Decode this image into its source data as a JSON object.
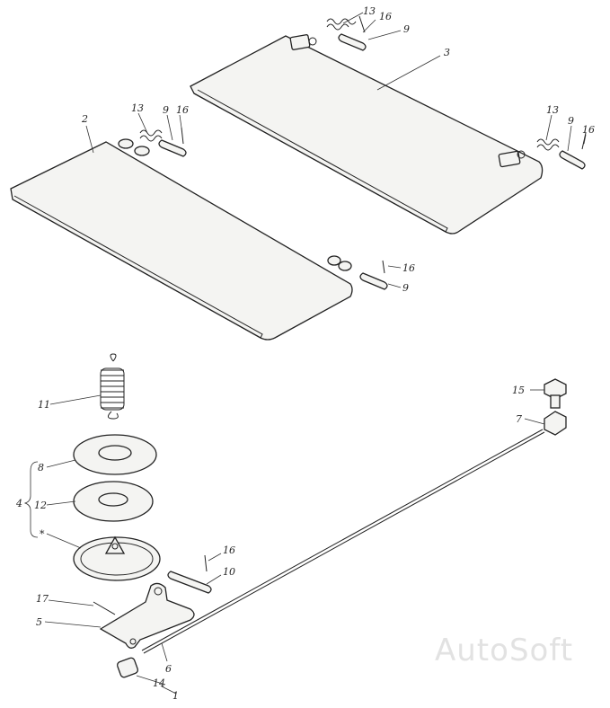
{
  "diagram": {
    "callouts": {
      "c1": "1",
      "c2": "2",
      "c3": "3",
      "c4": "4",
      "c5": "5",
      "c6": "6",
      "c7": "7",
      "c8": "8",
      "c9a": "9",
      "c9b": "9",
      "c9c": "9",
      "c9d": "9",
      "c10": "10",
      "c11": "11",
      "c12": "12",
      "c13a": "13",
      "c13b": "13",
      "c13c": "13",
      "c14": "14",
      "c15": "15",
      "c16a": "16",
      "c16b": "16",
      "c16c": "16",
      "c16d": "16",
      "c16e": "16",
      "c17": "17",
      "cstar": "*"
    },
    "watermark": "AutoSoft"
  }
}
